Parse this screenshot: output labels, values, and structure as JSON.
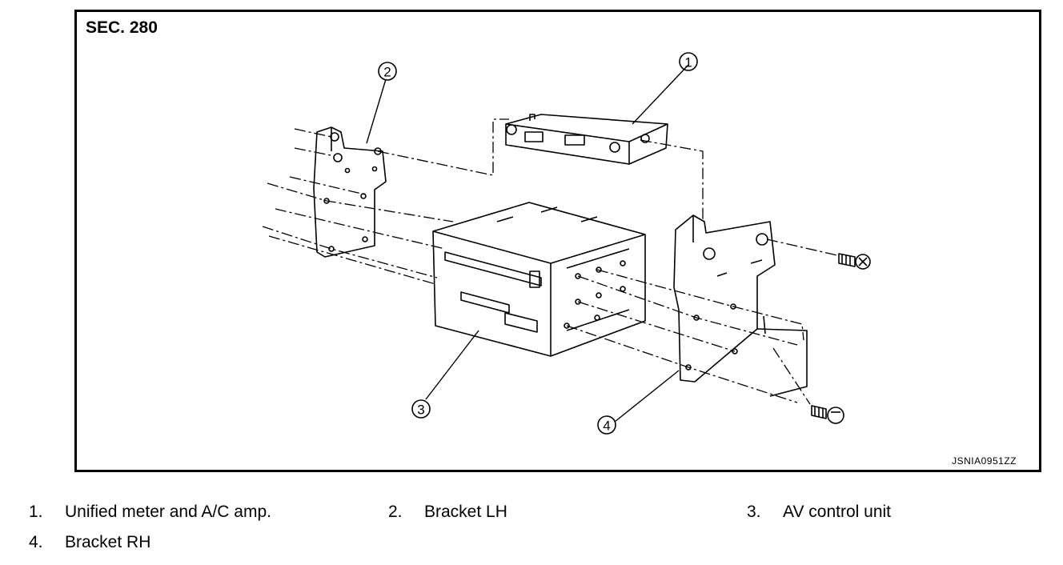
{
  "figure": {
    "section_label": "SEC. 280",
    "figure_id": "JSNIA0951ZZ",
    "callouts": [
      "1",
      "2",
      "3",
      "4"
    ]
  },
  "legend": [
    {
      "num": "1.",
      "label": "Unified meter and A/C amp."
    },
    {
      "num": "2.",
      "label": "Bracket LH"
    },
    {
      "num": "3.",
      "label": "AV control unit"
    },
    {
      "num": "4.",
      "label": "Bracket RH"
    }
  ]
}
